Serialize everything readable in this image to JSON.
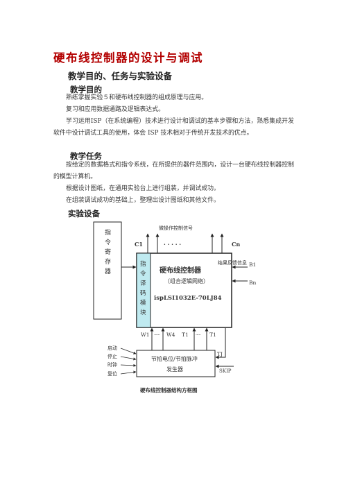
{
  "title": "硬布线控制器的设计与调试",
  "section": "教学目的、任务与实验设备",
  "purpose": {
    "heading": "教学目的",
    "paragraphs": [
      "熟练掌握实验５和硬布线控制器的组成原理与应用。",
      "复习和应用数据通路及逻辑表达式。",
      "学习运用ISP（在系统编程）技术进行设计和调试的基本步骤和方法，熟悉集成开发软件中设计调试工具的使用，体会 ISP 技术相对于传统开发技术的优点。"
    ]
  },
  "task": {
    "heading": "教学任务",
    "paragraphs": [
      "按给定的数据格式和指令系统，在所提供的器件范围内，设计一台硬布线控制器控制的模型计算机。",
      "根据设计图纸，在通用实验台上进行组装，并调试成功。",
      "在组装调试成功的基础上，整理出设计图纸和其他文件。"
    ]
  },
  "equipment": {
    "heading": "实验设备"
  },
  "diagram": {
    "micro_signal_label": "微操作控制信号",
    "c1": "C1",
    "dots": "· · · · ·",
    "cn": "Cn",
    "instr_register": [
      "指",
      "令",
      "寄",
      "存",
      "器"
    ],
    "decoder": [
      "指",
      "令",
      "译",
      "码",
      "模",
      "块"
    ],
    "controller_title": "硬布线控制器",
    "controller_sub": "（组合逻辑网络）",
    "chip": "ispLSI1032E-70LJ84",
    "feedback": "结果反馈信息",
    "b1": "B1",
    "bn": "Bn",
    "w1": "W1",
    "w4": "W4",
    "t1a": "T1",
    "t1b": "T1",
    "tj": "TJ",
    "skip": "SKIP",
    "start": "启动",
    "stop": "停止",
    "clock": "时钟",
    "reset": "复位",
    "generator_line1": "节拍电位/节拍脉冲",
    "generator_line2": "发生器",
    "caption": "硬布线控制器结构方框图"
  }
}
